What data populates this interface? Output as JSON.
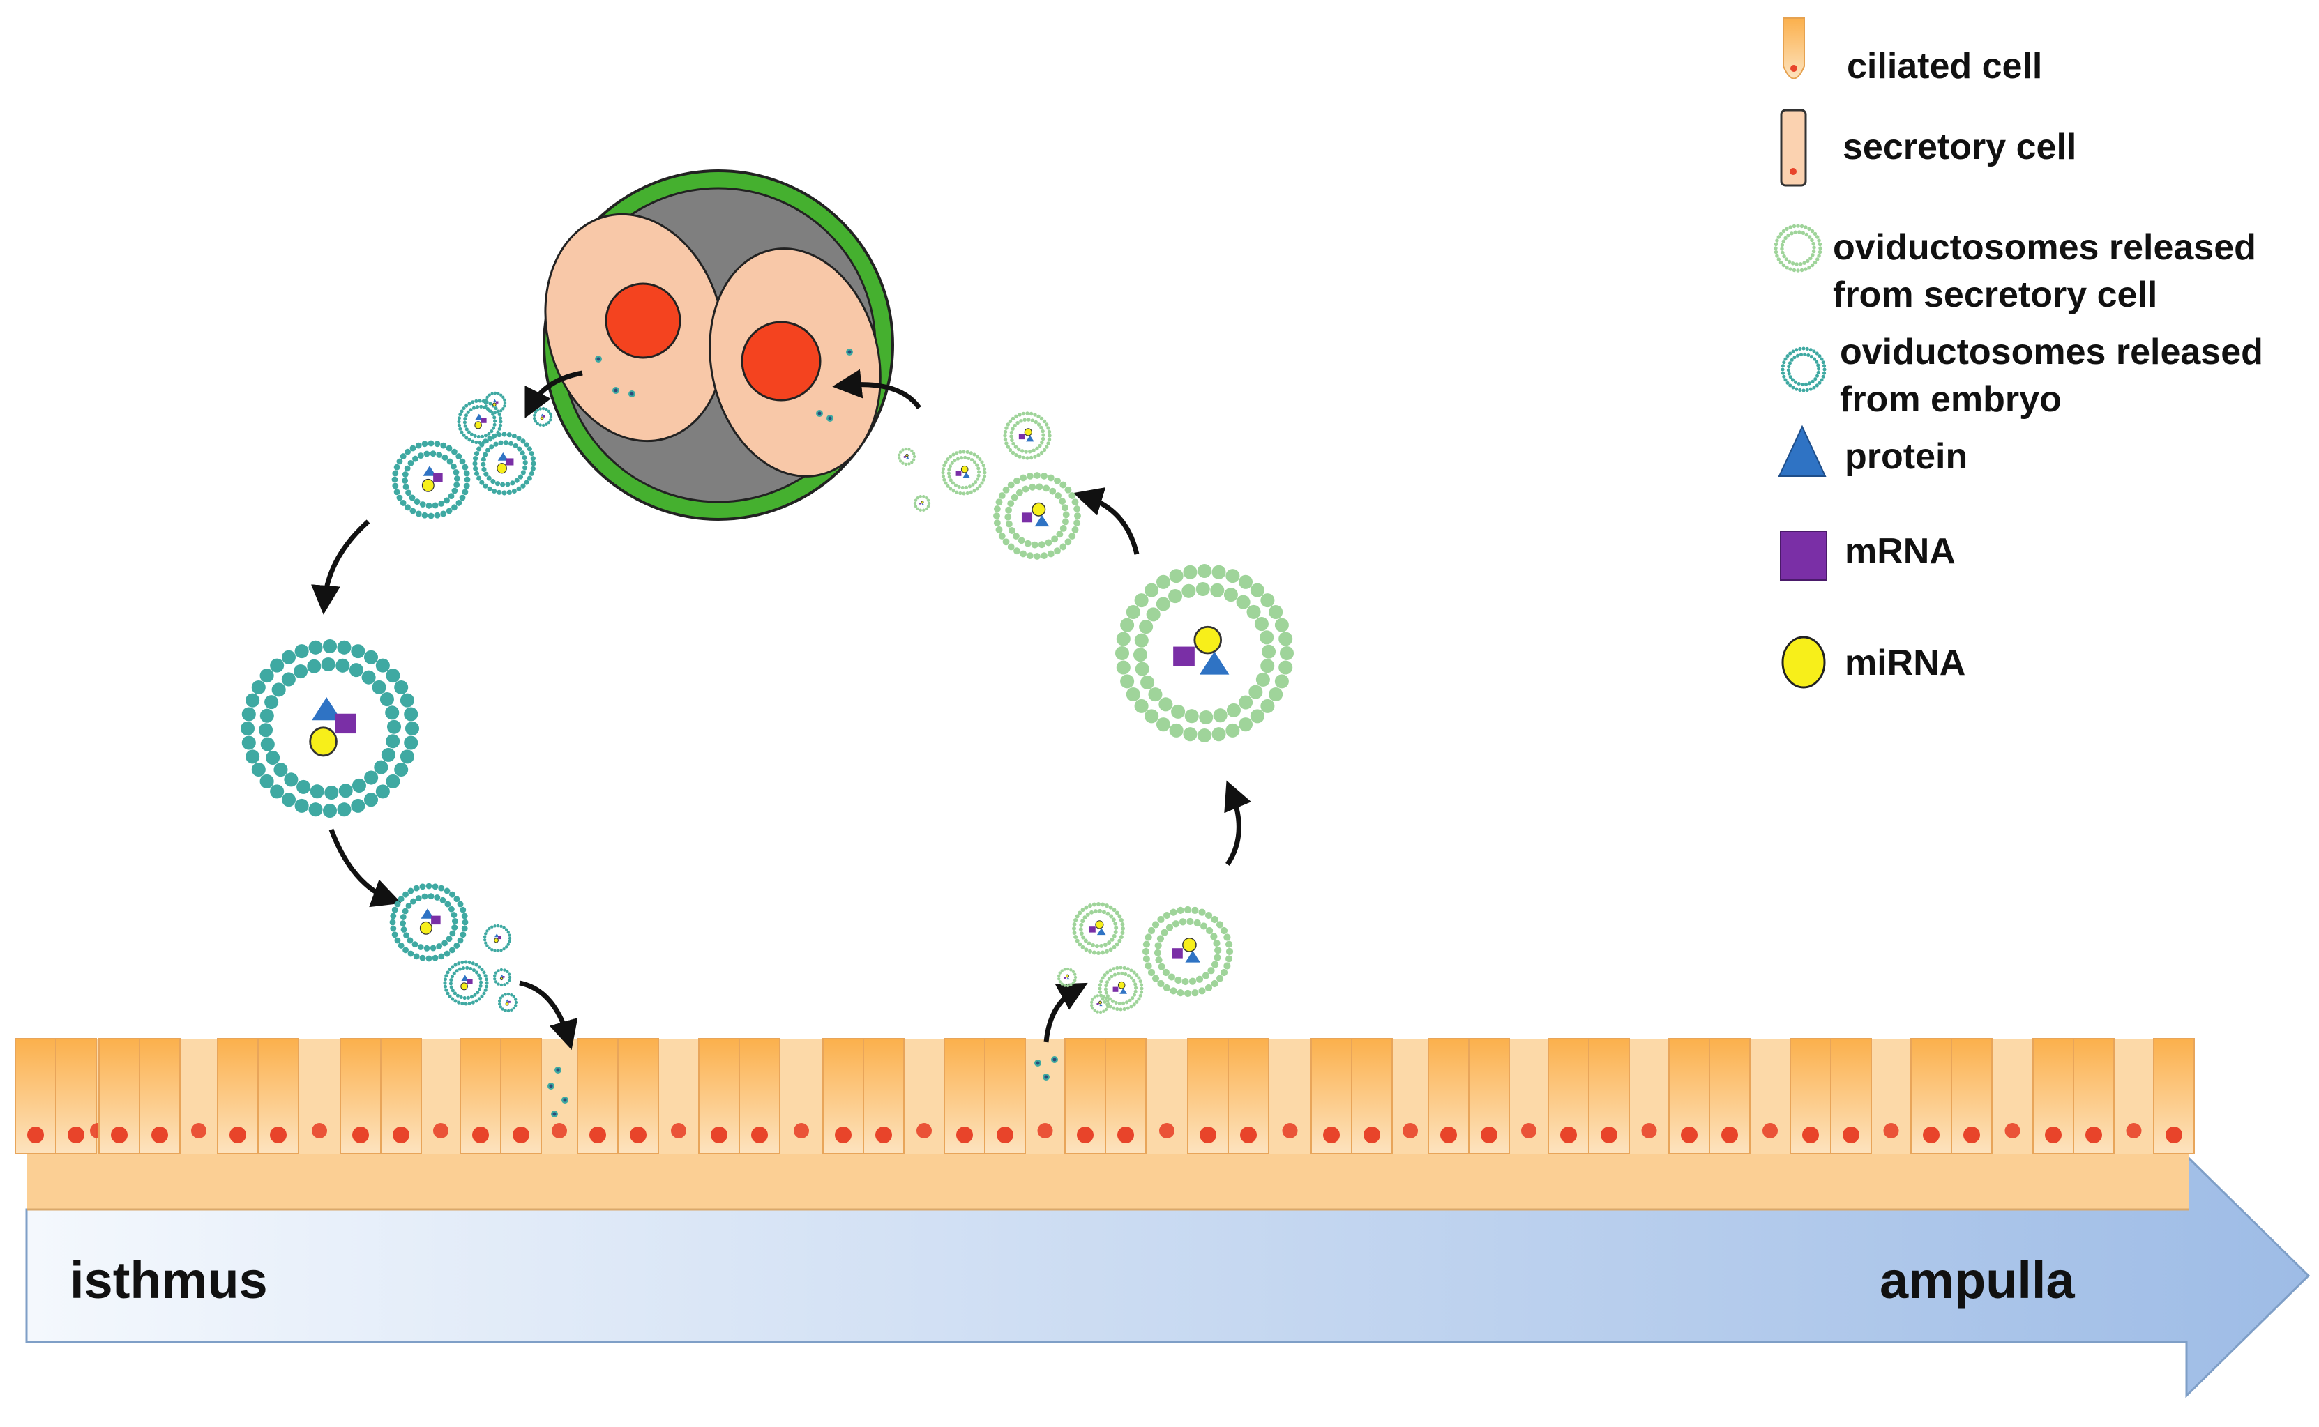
{
  "legend": {
    "ciliated_cell": "ciliated cell",
    "secretory_cell": "secretory cell",
    "ovi_secretory_line1": "oviductosomes released",
    "ovi_secretory_line2": "from secretory cell",
    "ovi_embryo_line1": "oviductosomes released",
    "ovi_embryo_line2": "from embryo",
    "protein": "protein",
    "mrna": "mRNA",
    "mirna": "miRNA"
  },
  "axis": {
    "start_label": "isthmus",
    "end_label": "ampulla"
  },
  "colors": {
    "embryo_vesicle": "#3fa9a2",
    "secretory_vesicle": "#9fd49a",
    "protein": "#2f73c4",
    "mrna": "#7a2fa6",
    "mirna": "#f7ef1a",
    "zona": "#45b02f",
    "blastomere": "#f8c8a8",
    "nucleus": "#f4431f",
    "epithelium": "#fcd9a8",
    "ciliated": "#fbb45a",
    "cell_nucleus": "#e8442a"
  }
}
